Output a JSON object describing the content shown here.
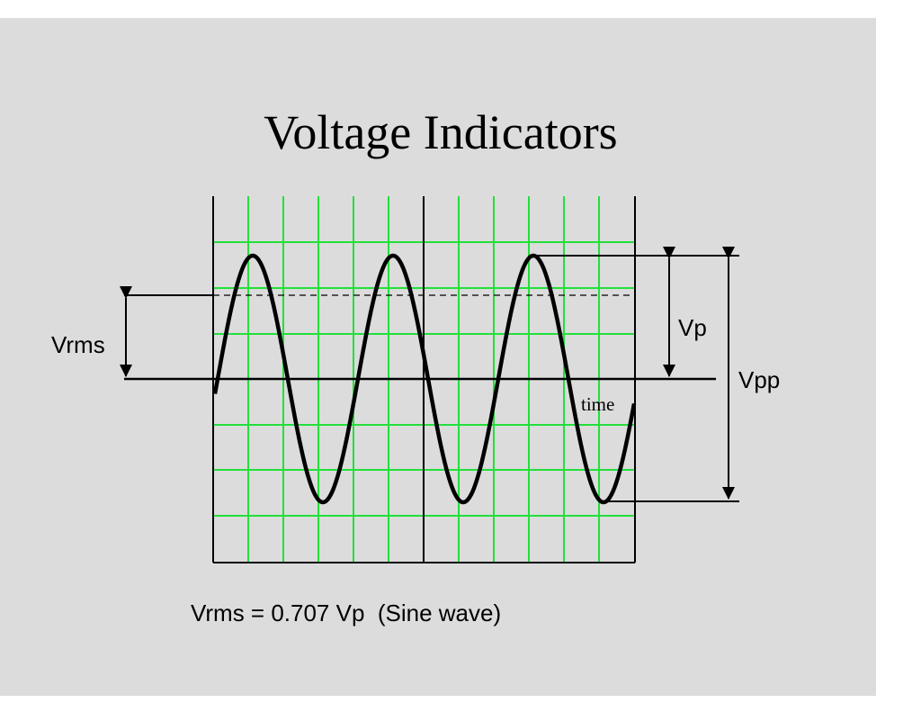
{
  "slide": {
    "background": "#dcdcdc",
    "title": "Voltage Indicators"
  },
  "scope": {
    "grid_color": "#22e03a",
    "frame_color": "#000000",
    "axis_label": "time"
  },
  "labels": {
    "vrms": "Vrms",
    "vp": "Vp",
    "vpp": "Vpp"
  },
  "formula": "Vrms = 0.707 Vp  (Sine wave)",
  "wave": {
    "type": "sine",
    "cycles": 3,
    "rms_ratio": 0.707
  }
}
